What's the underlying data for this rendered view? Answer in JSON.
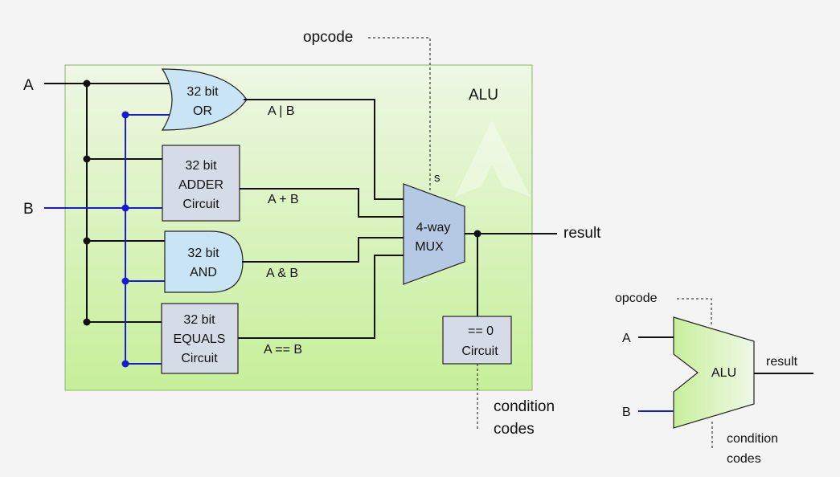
{
  "inputs": {
    "a": "A",
    "b": "B"
  },
  "opcode": "opcode",
  "alu_label": "ALU",
  "select_label": "s",
  "units": {
    "or": {
      "line1": "32 bit",
      "line2": "OR"
    },
    "adder": {
      "line1": "32 bit",
      "line2": "ADDER",
      "line3": "Circuit"
    },
    "and": {
      "line1": "32 bit",
      "line2": "AND"
    },
    "equals": {
      "line1": "32 bit",
      "line2": "EQUALS",
      "line3": "Circuit"
    }
  },
  "wire_labels": {
    "or_out": "A | B",
    "add_out": "A + B",
    "and_out": "A & B",
    "eq_out": "A == B"
  },
  "mux": {
    "line1": "4-way",
    "line2": "MUX"
  },
  "zero": {
    "line1": "== 0",
    "line2": "Circuit"
  },
  "result": "result",
  "condition_codes": {
    "line1": "condition",
    "line2": "codes"
  },
  "symbol": {
    "opcode": "opcode",
    "a": "A",
    "b": "B",
    "alu": "ALU",
    "result": "result",
    "condition_codes": {
      "line1": "condition",
      "line2": "codes"
    }
  },
  "colors": {
    "wire_a": "#111111",
    "wire_b": "#1a1ad6",
    "gate_fill": "#c9e4f5",
    "box_fill": "#d6dbe8",
    "mux_fill": "#b6c9e4",
    "alu_bg_top": "#eef7e2",
    "alu_bg_bottom": "#c4ee97"
  }
}
